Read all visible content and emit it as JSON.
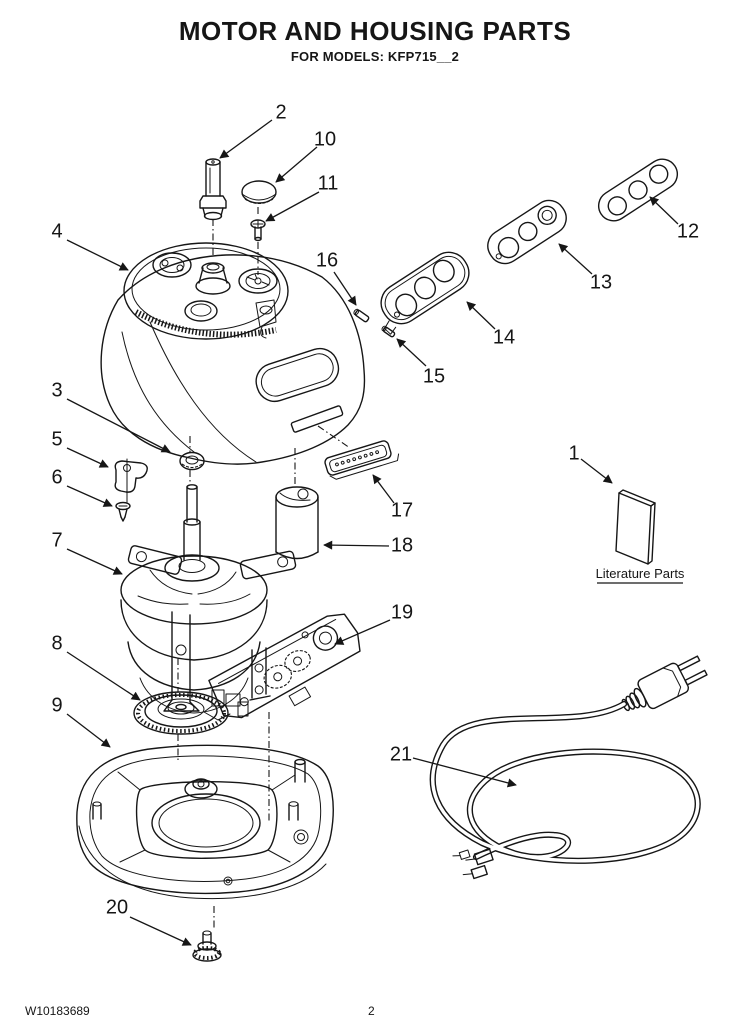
{
  "page": {
    "title": "MOTOR AND HOUSING PARTS",
    "subtitle": "FOR MODELS: KFP715__2",
    "doc_number": "W10183689",
    "page_number": "2"
  },
  "diagram": {
    "literature_label": "Literature Parts",
    "callouts": [
      {
        "num": "1"
      },
      {
        "num": "2"
      },
      {
        "num": "3"
      },
      {
        "num": "4"
      },
      {
        "num": "5"
      },
      {
        "num": "6"
      },
      {
        "num": "7"
      },
      {
        "num": "8"
      },
      {
        "num": "9"
      },
      {
        "num": "10"
      },
      {
        "num": "11"
      },
      {
        "num": "12"
      },
      {
        "num": "13"
      },
      {
        "num": "14"
      },
      {
        "num": "15"
      },
      {
        "num": "16"
      },
      {
        "num": "17"
      },
      {
        "num": "18"
      },
      {
        "num": "19"
      },
      {
        "num": "20"
      },
      {
        "num": "21"
      }
    ]
  },
  "colors": {
    "ink": "#161616",
    "paper": "#ffffff"
  }
}
